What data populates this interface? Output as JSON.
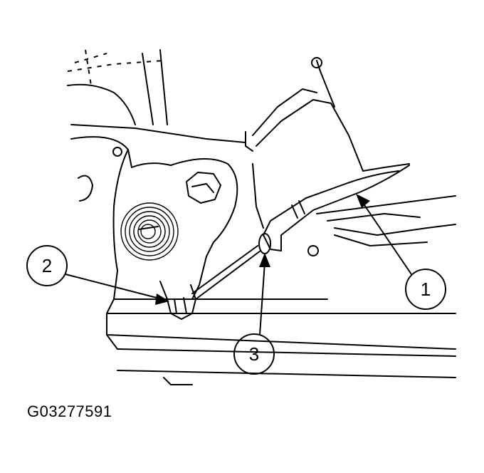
{
  "figure_id": "G03277591",
  "callouts": [
    {
      "label": "1"
    },
    {
      "label": "2"
    },
    {
      "label": "3"
    }
  ]
}
